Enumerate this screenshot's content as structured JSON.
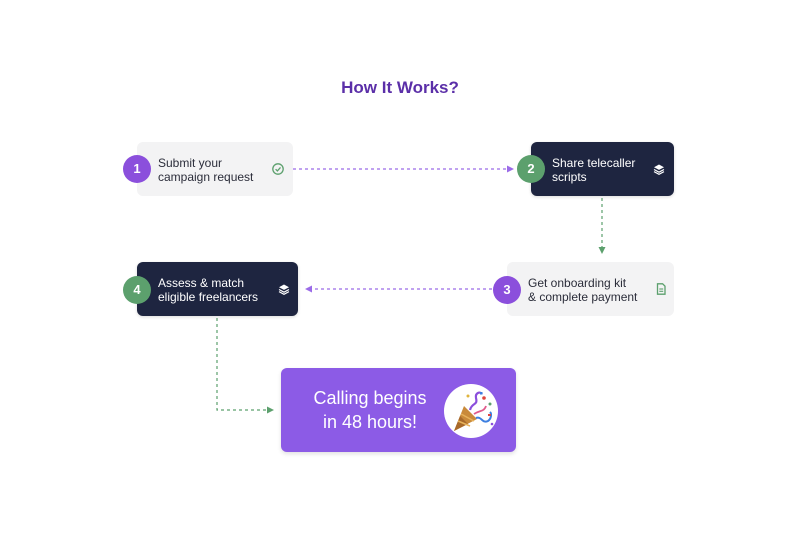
{
  "header": {
    "title": "How It Works?"
  },
  "steps": [
    {
      "number": "1",
      "label": "Submit your\ncampaign request",
      "icon": "check-circle-icon"
    },
    {
      "number": "2",
      "label": "Share telecaller\nscripts",
      "icon": "layers-icon"
    },
    {
      "number": "3",
      "label": "Get onboarding kit\n& complete payment",
      "icon": "document-icon"
    },
    {
      "number": "4",
      "label": "Assess & match\neligible freelancers",
      "icon": "layers-icon"
    }
  ],
  "final": {
    "label": "Calling begins\nin 48 hours!",
    "icon": "party-popper-icon"
  },
  "colors": {
    "title": "#5b2fa8",
    "dark_card": "#1e2540",
    "light_card": "#f3f3f4",
    "badge_purple": "#8b4fdc",
    "badge_green": "#5ca06d",
    "connector_purple": "#9b6be8",
    "connector_green": "#5ca06d",
    "final_card": "#8c5be6"
  }
}
